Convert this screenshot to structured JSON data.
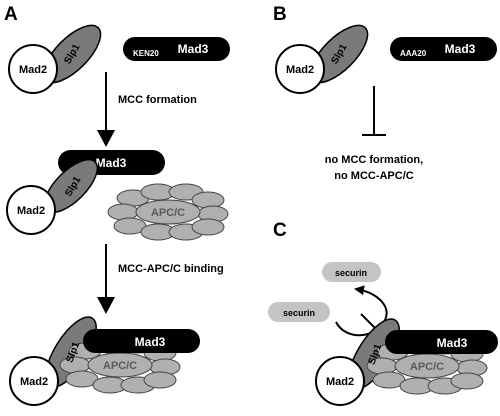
{
  "panels": {
    "a": {
      "label": "A",
      "step1": "MCC formation",
      "step2": "MCC-APC/C binding"
    },
    "b": {
      "label": "B",
      "result_line1": "no MCC formation,",
      "result_line2": "no MCC-APC/C"
    },
    "c": {
      "label": "C"
    }
  },
  "proteins": {
    "mad2": "Mad2",
    "slp1": "Slp1",
    "mad3": "Mad3",
    "apcc": "APC/C",
    "securin": "securin",
    "ken_motif": "KEN20",
    "aaa_motif": "AAA20"
  },
  "colors": {
    "slp1_fill": "#7a7a7a",
    "apcc_fill": "#b0b0b0",
    "apcc_text": "#5a5a5a",
    "securin_fill": "#c4c4c4",
    "mad3_fill": "#000000",
    "line": "#000000"
  }
}
